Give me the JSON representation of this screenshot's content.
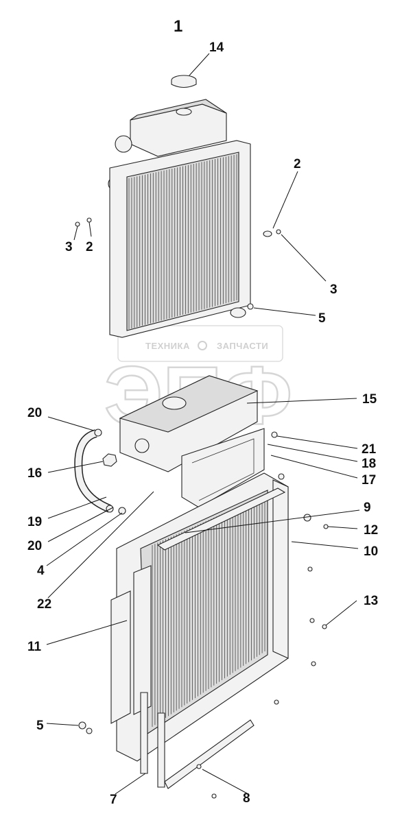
{
  "diagram": {
    "title_number": "1",
    "watermark": {
      "left_text": "ТЕХНИКА",
      "right_text": "ЗАПЧАСТИ",
      "logo_text": "ЭПФ"
    },
    "callouts": [
      "14",
      "2",
      "3",
      "2",
      "3",
      "5",
      "15",
      "20",
      "21",
      "18",
      "16",
      "17",
      "19",
      "9",
      "20",
      "12",
      "4",
      "10",
      "22",
      "13",
      "11",
      "5",
      "7",
      "8"
    ]
  }
}
